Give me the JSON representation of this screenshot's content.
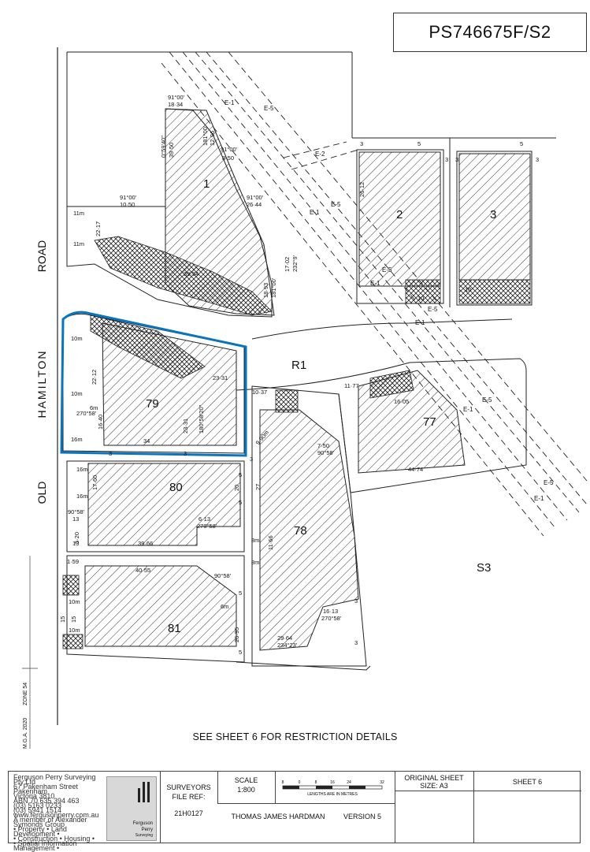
{
  "plan_number": "PS746675F/S2",
  "road_name_vertical": "OLD HAMILTON ROAD",
  "road_letters": {
    "road": "ROAD",
    "hamilton": "HAMILTON",
    "old": "OLD"
  },
  "reserve_label": "R1",
  "lots": {
    "l1": "1",
    "l2": "2",
    "l3": "3",
    "l79": "79",
    "l80": "80",
    "l81": "81",
    "l78": "78",
    "l77": "77",
    "s3": "S3"
  },
  "easements": {
    "e1": "E-1",
    "e2": "E-2",
    "e5": "E-5"
  },
  "dimensions": {
    "d1": "91°00'",
    "d2": "18·34",
    "d3": "0°59'40\"",
    "d4": "39·50",
    "d5": "181°00'",
    "d6": "12·96",
    "d7": "91°00'",
    "d8": "8·50",
    "d9": "91°00'",
    "d10": "26·44",
    "d11": "91°00'",
    "d12": "10·50",
    "d13": "11m",
    "d14": "22·17",
    "d15": "39·54",
    "d16": "17·02",
    "d17": "232°9'",
    "d18": "18·93",
    "d19": "181°00'",
    "d20": "10m",
    "d21": "26·12",
    "d22": "10m",
    "d23": "22·12",
    "d24": "6m",
    "d25": "270°58'",
    "d26": "16·40",
    "d27": "34",
    "d28": "23·31",
    "d29": "180°58'20\"",
    "d30": "23·31",
    "d31": "10·37",
    "d32": "9·90m",
    "d33": "16m",
    "d34": "17·60",
    "d35": "90°58'",
    "d36": "13",
    "d37": "5·20",
    "d38": "39·66",
    "d39": "6·13",
    "d40": "270°58'",
    "d41": "40·55",
    "d42": "90°58'",
    "d43": "6m",
    "d44": "26·95",
    "d45": "15",
    "d46": "1·59",
    "d47": "11·77",
    "d48": "16·05",
    "d49": "44·74",
    "d50": "16·13",
    "d51": "270°58'",
    "d52": "29·64",
    "d53": "234°23'",
    "d54": "8m",
    "d55": "27",
    "d56": "11·66",
    "d57": "7·50",
    "d58": "90°58'",
    "d59": "3",
    "d60": "5",
    "d61": "20",
    "d62": "10"
  },
  "zone_label": "ZONE 54",
  "datum_label": "M.G.A. 2020",
  "restriction_note": "SEE SHEET 6 FOR RESTRICTION DETAILS",
  "title_block": {
    "firm_lines": [
      "Ferguson Perry Surveying Pty Ltd",
      "67 Pakenham Street Pakenham",
      "Victoria 3810",
      "ABN 70 635 394 463",
      "",
      "(03) 5163 0233",
      "(03) 5941 1514",
      "www.fergusonperry.com.au",
      "",
      "A member of Alexander Symonds Group",
      "",
      "• Property • Land Development •",
      "• Construction • Housing •",
      "• Spatial Information Management •"
    ],
    "logo_line1": "Ferguson",
    "logo_line2": "Perry",
    "logo_line3": "Surveying",
    "surveyors_label": "SURVEYORS",
    "file_ref_label": "FILE REF:",
    "file_ref": "21H0127",
    "scale_label": "SCALE",
    "scale_value": "1:800",
    "scale_ticks": [
      "8",
      "0",
      "8",
      "16",
      "24",
      "32"
    ],
    "scale_units": "LENGTHS ARE IN METRES",
    "surveyor_name": "THOMAS JAMES HARDMAN",
    "version": "VERSION 5",
    "original_sheet_label": "ORIGINAL SHEET",
    "original_sheet_size": "SIZE: A3",
    "sheet_label": "SHEET 6"
  }
}
